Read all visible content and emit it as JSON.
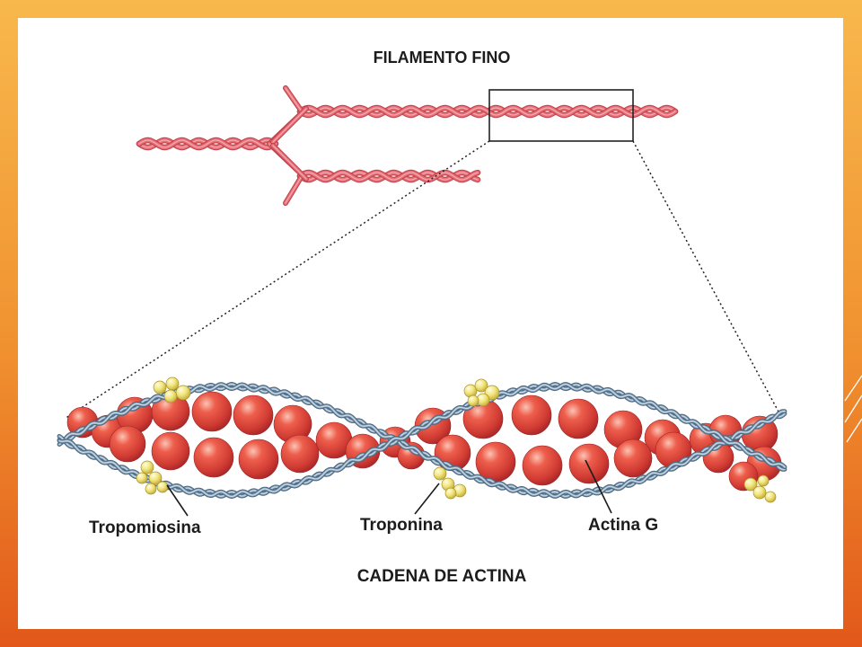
{
  "slide": {
    "title": "FILAMENTO FINO",
    "caption": "CADENA DE ACTINA"
  },
  "labels": {
    "tropomiosina": "Tropomiosina",
    "troponina": "Troponina",
    "actina_g": "Actina G"
  },
  "colors": {
    "filament_outline": "#c2434b",
    "filament_body": "#e8707a",
    "filament_highlight": "#f6b7ba",
    "tropomyosin_outline": "#4d6880",
    "tropomyosin_body": "#8aa6bd",
    "tropomyosin_highlight": "#d3e2ec",
    "outline_dark": "#222222"
  }
}
